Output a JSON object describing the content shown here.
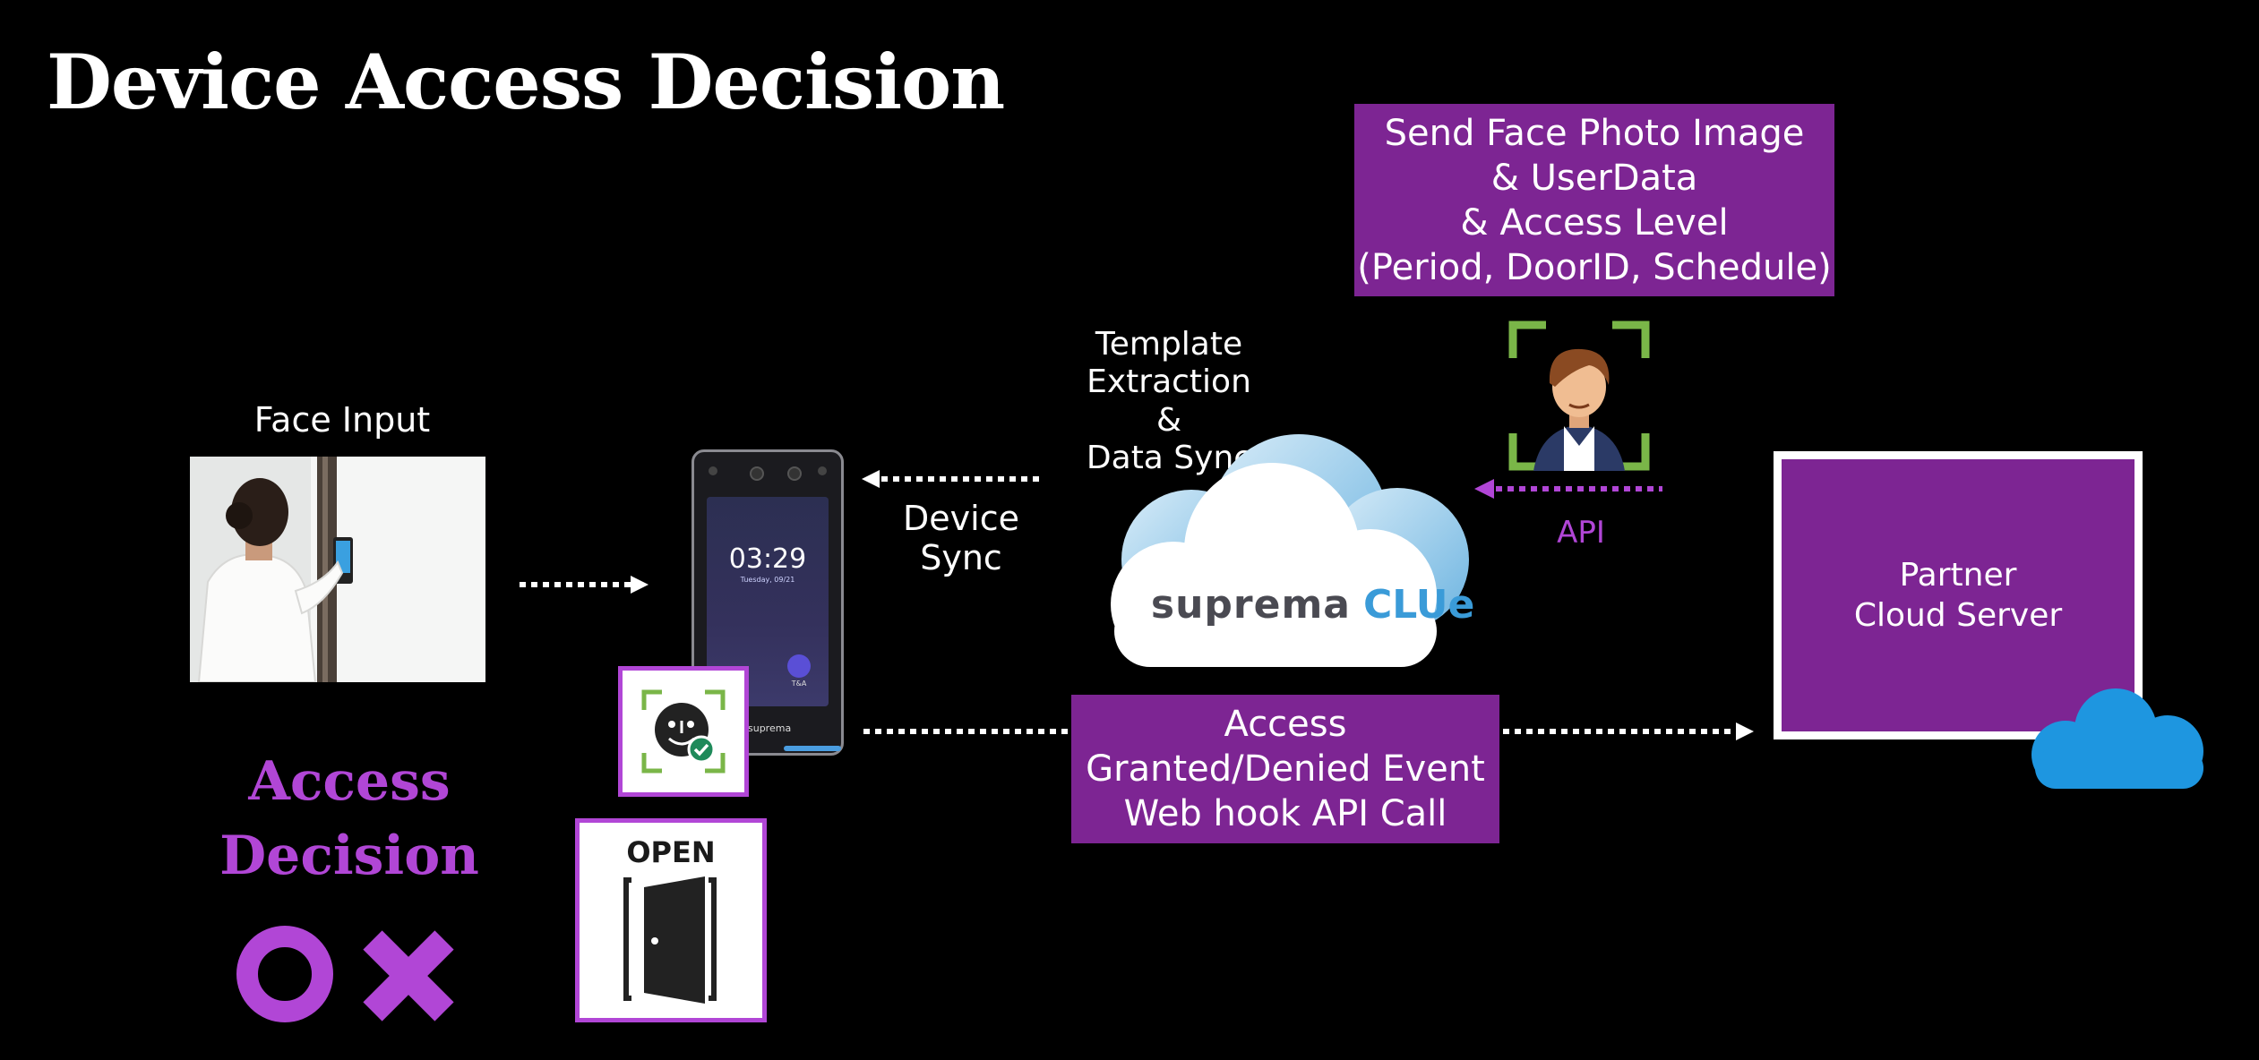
{
  "title": "Device Access Decision",
  "face_input": {
    "label": "Face Input"
  },
  "device": {
    "time": "03:29",
    "date": "Tuesday, 09/21",
    "brand": "suprema",
    "button_label": "T&A"
  },
  "device_sync": {
    "label_line1": "Device",
    "label_line2": "Sync"
  },
  "template_sync": {
    "line1": "Template",
    "line2": "Extraction",
    "line3": "&",
    "line4": "Data Sync"
  },
  "cloud": {
    "brand_suprema": "suprema",
    "brand_clue": "CLUe"
  },
  "send_box": {
    "line1": "Send Face Photo Image",
    "line2": "& UserData",
    "line3": "& Access Level",
    "line4": "(Period, DoorID, Schedule)"
  },
  "api_label": "API",
  "partner_box": {
    "line1": "Partner",
    "line2": "Cloud Server"
  },
  "event_box": {
    "line1": "Access",
    "line2": "Granted/Denied Event",
    "line3": "Web hook API Call"
  },
  "access_decision": {
    "line1": "Access",
    "line2": "Decision"
  },
  "open_card": {
    "label": "OPEN"
  },
  "icons": [
    "face-photo",
    "face-terminal-device",
    "face-recognized-icon",
    "open-door-icon",
    "circle-o-icon",
    "cross-x-icon",
    "user-avatar-icon",
    "cloud-icon",
    "small-cloud-icon"
  ],
  "colors": {
    "purple": "#7d2593",
    "light_purple": "#b146d6",
    "green_frame": "#7ab648",
    "cloud_blue": "#1e96e0"
  }
}
